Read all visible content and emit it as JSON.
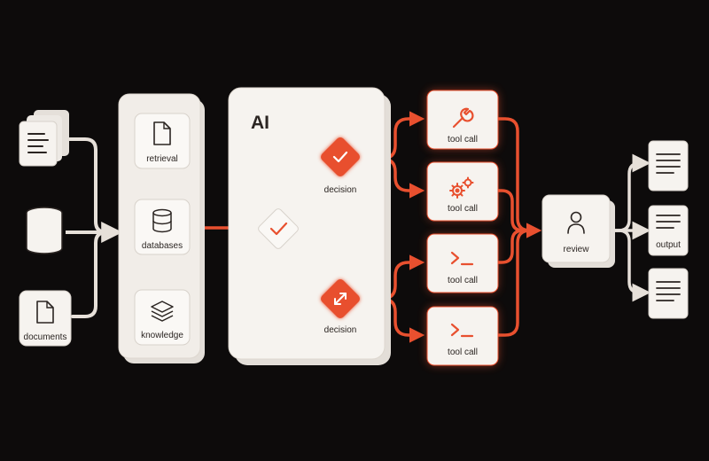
{
  "diagram": {
    "accent_color": "#e8502f",
    "card_color": "#f6f3ef",
    "line_color": "#e6e0d9",
    "background_color": "#0d0b0b",
    "inputs": [
      {
        "icon": "stacked-documents-icon",
        "label": ""
      },
      {
        "icon": "database-icon",
        "label": ""
      },
      {
        "icon": "document-icon",
        "label": "documents"
      }
    ],
    "sources": [
      {
        "icon": "file-icon",
        "label": "retrieval"
      },
      {
        "icon": "database-icon",
        "label": "databases"
      },
      {
        "icon": "layers-icon",
        "label": "knowledge"
      }
    ],
    "ai_panel": {
      "title": "AI",
      "gate_icon": "check-icon",
      "decisions": [
        {
          "icon": "check-icon",
          "label": "decision"
        },
        {
          "icon": "expand-arrows-icon",
          "label": "decision"
        }
      ]
    },
    "tools": [
      {
        "icon": "wrench-icon",
        "label": "tool call"
      },
      {
        "icon": "gears-icon",
        "label": "tool call"
      },
      {
        "icon": "terminal-icon",
        "label": "tool call"
      },
      {
        "icon": "terminal-icon",
        "label": "tool call"
      }
    ],
    "review": {
      "icon": "user-icon",
      "label": "review"
    },
    "outputs": [
      {
        "icon": "text-document-icon",
        "label": ""
      },
      {
        "icon": "text-document-icon",
        "label": "output"
      },
      {
        "icon": "text-document-icon",
        "label": ""
      }
    ]
  }
}
